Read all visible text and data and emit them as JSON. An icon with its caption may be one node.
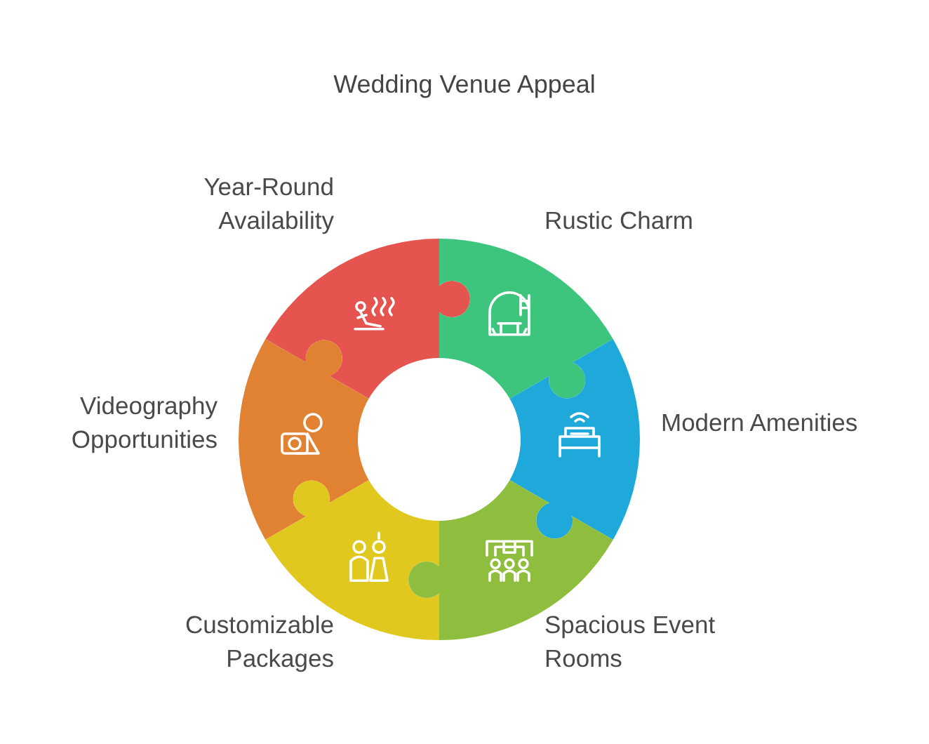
{
  "diagram": {
    "title": "Wedding Venue Appeal",
    "nodes": [
      {
        "text": [
          "Year-Round Availability"
        ]
      },
      {
        "text": [
          "Rustic Charm"
        ]
      },
      {
        "text": [
          "Videography Opportunities"
        ]
      },
      {
        "text": [
          "Modern Amenities"
        ]
      },
      {
        "text": [
          "Customizable Packages"
        ]
      },
      {
        "text": [
          "Spacious Event Rooms"
        ]
      }
    ],
    "edges": []
  }
}
